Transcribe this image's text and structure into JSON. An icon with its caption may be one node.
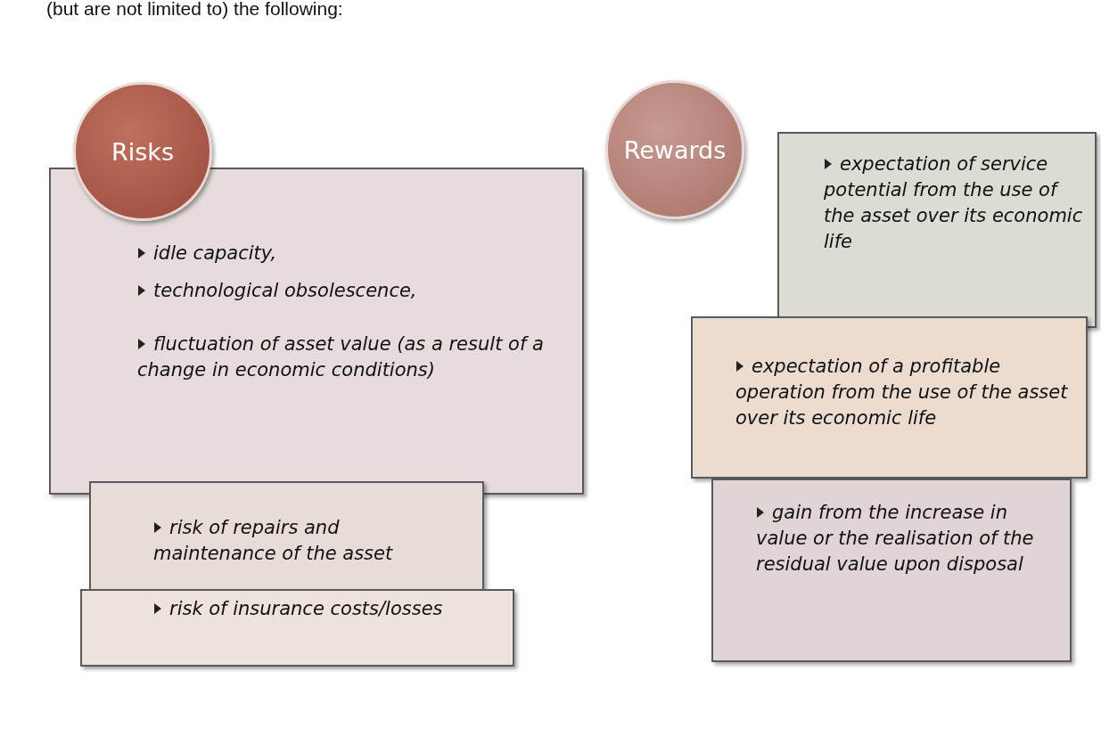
{
  "diagram": {
    "nodes": [
      {
        "text": [
          "Risks"
        ]
      },
      {
        "text": [
          "idle capacity,",
          "technological obsolescence,",
          "fluctuation of asset value (as a result of a change in economic conditions)"
        ]
      },
      {
        "text": [
          "risk of repairs and maintenance of the asset"
        ]
      },
      {
        "text": [
          "risk of insurance costs/losses"
        ]
      },
      {
        "text": [
          "Rewards"
        ]
      },
      {
        "text": [
          "expectation of service potential from the use of the asset over its economic life"
        ]
      },
      {
        "text": [
          "expectation of a profitable operation from the use of the asset over its economic life"
        ]
      },
      {
        "text": [
          "gain from the increase in value or the realisation of the residual value upon disposal"
        ]
      }
    ],
    "edges": [],
    "labels": [
      "(but are not limited to) the following:"
    ]
  }
}
